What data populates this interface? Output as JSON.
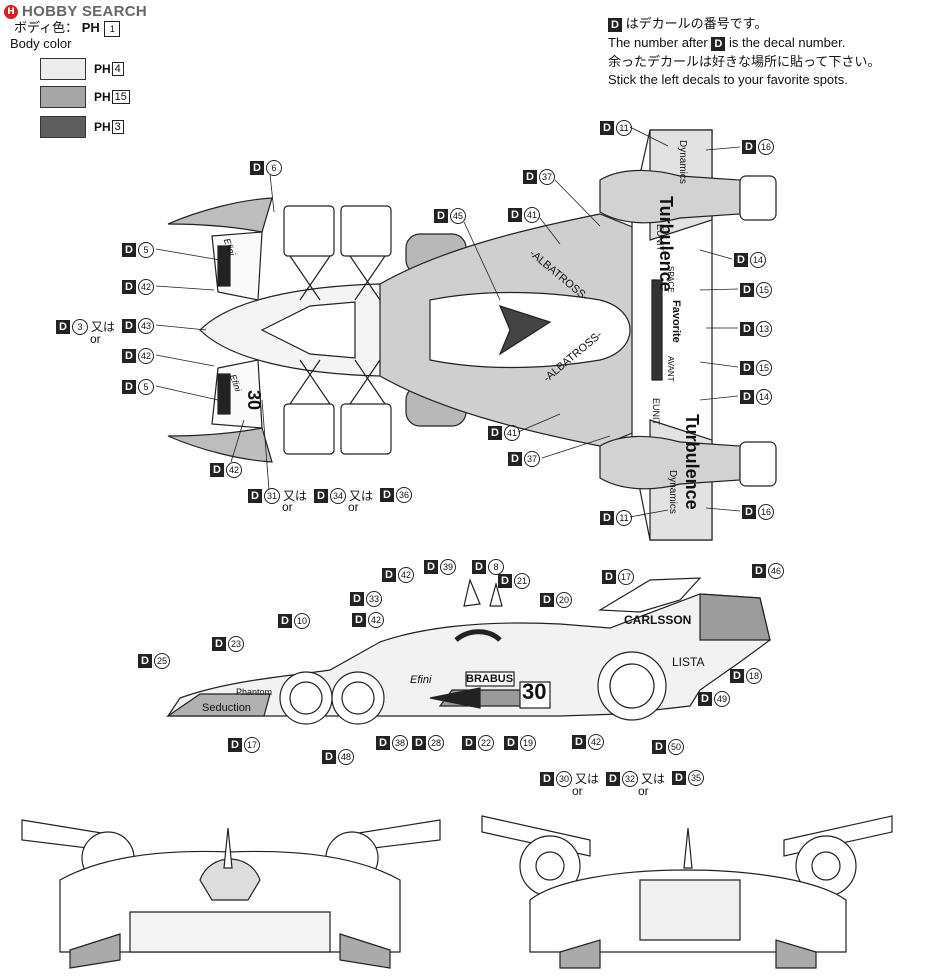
{
  "watermark": {
    "logo": "H",
    "text": "HOBBY SEARCH"
  },
  "body_color": {
    "jp_label": "ボディ色：",
    "ph_prefix": "PH",
    "ph_main": "1",
    "en_label": "Body color",
    "swatches": [
      {
        "color": "#ececec",
        "ph": "4"
      },
      {
        "color": "#a6a6a6",
        "ph": "15"
      },
      {
        "color": "#5e5e5e",
        "ph": "3"
      }
    ]
  },
  "instructions": {
    "line1_jp": "はデカールの番号です。",
    "line2_en_a": "The number after",
    "line2_en_b": "is the decal number.",
    "line3_jp": "余ったデカールは好きな場所に貼って下さい。",
    "line4_en": "Stick the left decals to your favorite spots."
  },
  "d_letter": "D",
  "or_jp": "又は",
  "or_en": "or",
  "top_view_decals": {
    "d6": "6",
    "d5a": "5",
    "d42a": "42",
    "d3": "3",
    "d43": "43",
    "d42b": "42",
    "d5b": "5",
    "d42c": "42",
    "d31": "31",
    "d34": "34",
    "d36": "36",
    "d45": "45",
    "d41a": "41",
    "d37a": "37",
    "d41b": "41",
    "d37b": "37",
    "d11a": "11",
    "d16a": "16",
    "d14a": "14",
    "d15a": "15",
    "d13": "13",
    "d15b": "15",
    "d14b": "14",
    "d16b": "16",
    "d11b": "11"
  },
  "side_view_decals": {
    "d25": "25",
    "d23": "23",
    "d10": "10",
    "d33": "33",
    "d42a": "42",
    "d42b": "42",
    "d39": "39",
    "d8": "8",
    "d21": "21",
    "d20": "20",
    "d17a": "17",
    "d46": "46",
    "d18": "18",
    "d49": "49",
    "d50": "50",
    "d42c": "42",
    "d17b": "17",
    "d48": "48",
    "d38": "38",
    "d28": "28",
    "d22": "22",
    "d19": "19",
    "d30": "30",
    "d32": "32",
    "d35": "35"
  },
  "car_text": {
    "turbulence": "Turbulence",
    "dynamics": "Dynamics",
    "albatross": "-ALBATROSS-",
    "favorite": "Favorite",
    "efini": "Efini",
    "carlsson": "CARLSSON",
    "lista": "LISTA",
    "brabus": "BRABUS",
    "num30": "30",
    "seduction": "Seduction",
    "phantom": "Phantom",
    "eunit": "EUNIT",
    "space": "SPACE",
    "avant": "AVANT"
  }
}
